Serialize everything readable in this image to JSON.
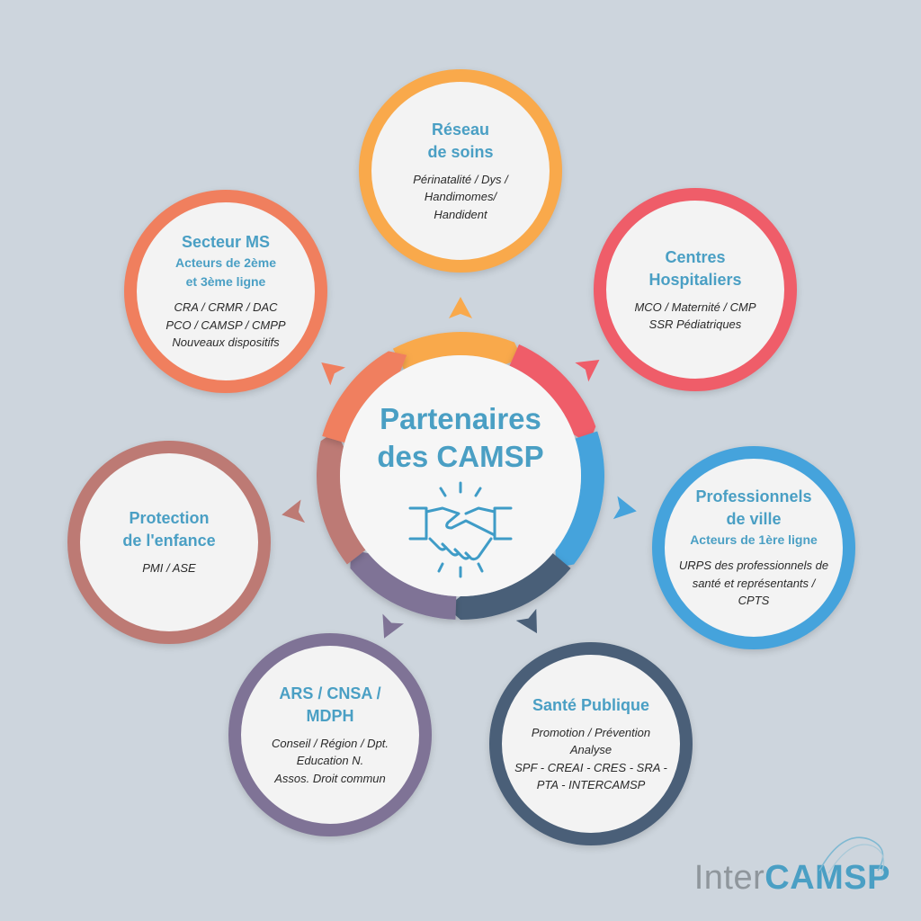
{
  "center": {
    "title": "Partenaires\ndes CAMSP",
    "icon": "handshake-icon"
  },
  "nodes": [
    {
      "id": "reseau",
      "title": "Réseau\nde soins",
      "subtitle": "",
      "desc": "Périnatalité / Dys /\nHandimomes/\nHandident",
      "color": "#f9a94b"
    },
    {
      "id": "hospitaliers",
      "title": "Centres\nHospitaliers",
      "subtitle": "",
      "desc": "MCO / Maternité / CMP\nSSR Pédiatriques",
      "color": "#ef5d69"
    },
    {
      "id": "professionnels",
      "title": "Professionnels\nde ville",
      "subtitle": "Acteurs de 1ère ligne",
      "desc": "URPS des professionnels de\nsanté et représentants /\nCPTS",
      "color": "#45a3dc"
    },
    {
      "id": "sante",
      "title": "Santé Publique",
      "subtitle": "",
      "desc": "Promotion / Prévention\nAnalyse\nSPF - CREAI - CRES - SRA -\nPTA - INTERCAMSP",
      "color": "#4a5f78"
    },
    {
      "id": "ars",
      "title": "ARS / CNSA /\nMDPH",
      "subtitle": "",
      "desc": "Conseil / Région / Dpt.\nEducation N.\nAssos. Droit commun",
      "color": "#7f7396"
    },
    {
      "id": "protection",
      "title": "Protection\nde l'enfance",
      "subtitle": "",
      "desc": "PMI / ASE",
      "color": "#bd7a74"
    },
    {
      "id": "secteur",
      "title": "Secteur MS",
      "subtitle": "Acteurs de 2ème\net 3ème ligne",
      "desc": "CRA / CRMR / DAC\nPCO / CAMSP / CMPP\nNouveaux dispositifs",
      "color": "#f07f5e"
    }
  ],
  "logo": {
    "part1": "Inter",
    "part2": "CAMSP"
  }
}
